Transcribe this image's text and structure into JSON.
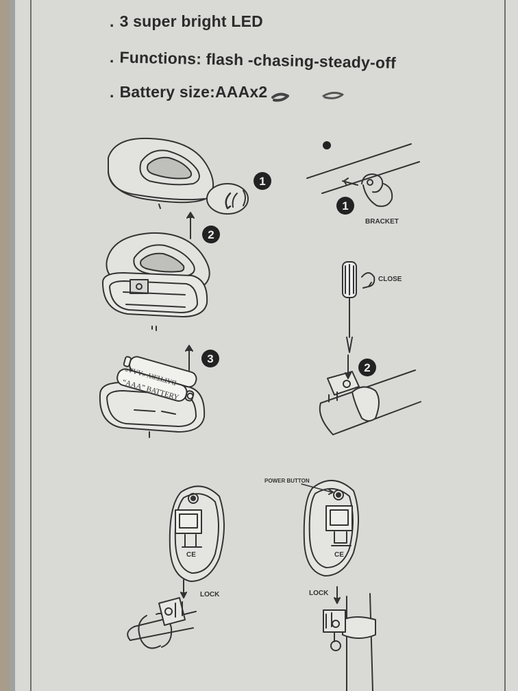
{
  "features": [
    {
      "dot": ".",
      "text": "3 super bright LED"
    },
    {
      "dot": ".",
      "text": "Functions: flash -chasing-steady-off"
    },
    {
      "dot": ".",
      "text": "Battery size:AAAx2"
    }
  ],
  "steps": {
    "one": "1",
    "two": "2",
    "three": "3"
  },
  "labels": {
    "bracket": "BRACKET",
    "close": "CLOSE",
    "power_button": "POWER BUTTON",
    "lock": "LOCK"
  },
  "battery_print": {
    "line1": "“AAA” BATTERY",
    "line2": "BATTERY “AAA”"
  },
  "marks": {
    "ce": "CE"
  }
}
